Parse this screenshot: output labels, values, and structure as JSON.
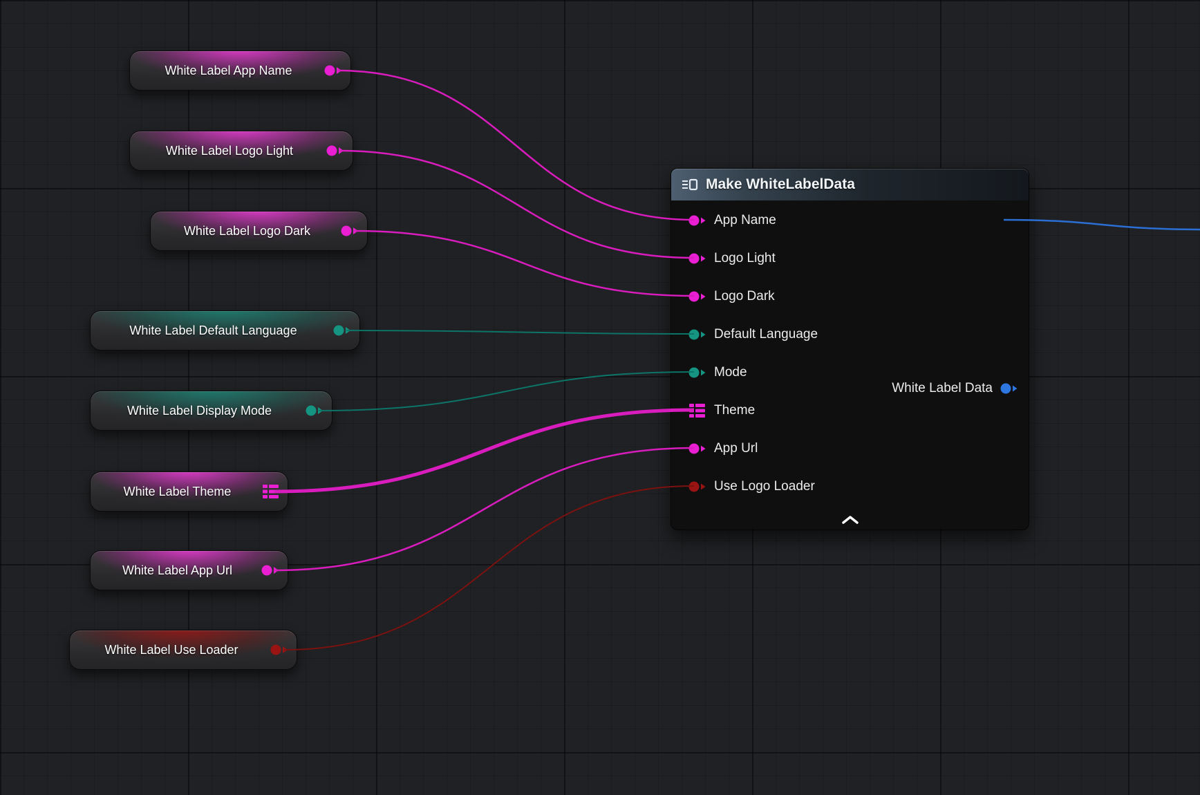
{
  "colors": {
    "pin_pink": "#ea1fd3",
    "pin_teal": "#159482",
    "pin_red": "#9a1413",
    "pin_blue": "#2e77e0",
    "wire_pink": "#d81cbd",
    "wire_teal": "#0d7468",
    "wire_red": "#7c1210",
    "wire_blue": "#2b6fd4",
    "icon_white": "#e4ebf2"
  },
  "variable_nodes": [
    {
      "label": "White Label App Name",
      "type": "string"
    },
    {
      "label": "White Label Logo Light",
      "type": "string"
    },
    {
      "label": "White Label Logo Dark",
      "type": "string"
    },
    {
      "label": "White Label Default Language",
      "type": "enum"
    },
    {
      "label": "White Label Display Mode",
      "type": "enum"
    },
    {
      "label": "White Label Theme",
      "type": "struct"
    },
    {
      "label": "White Label App Url",
      "type": "string"
    },
    {
      "label": "White Label Use Loader",
      "type": "boolean"
    }
  ],
  "make_node": {
    "title": "Make WhiteLabelData",
    "inputs": [
      {
        "label": "App Name",
        "type": "string"
      },
      {
        "label": "Logo Light",
        "type": "string"
      },
      {
        "label": "Logo Dark",
        "type": "string"
      },
      {
        "label": "Default Language",
        "type": "enum"
      },
      {
        "label": "Mode",
        "type": "enum"
      },
      {
        "label": "Theme",
        "type": "struct"
      },
      {
        "label": "App Url",
        "type": "string"
      },
      {
        "label": "Use Logo Loader",
        "type": "boolean"
      }
    ],
    "output": {
      "label": "White Label Data",
      "type": "struct"
    }
  }
}
